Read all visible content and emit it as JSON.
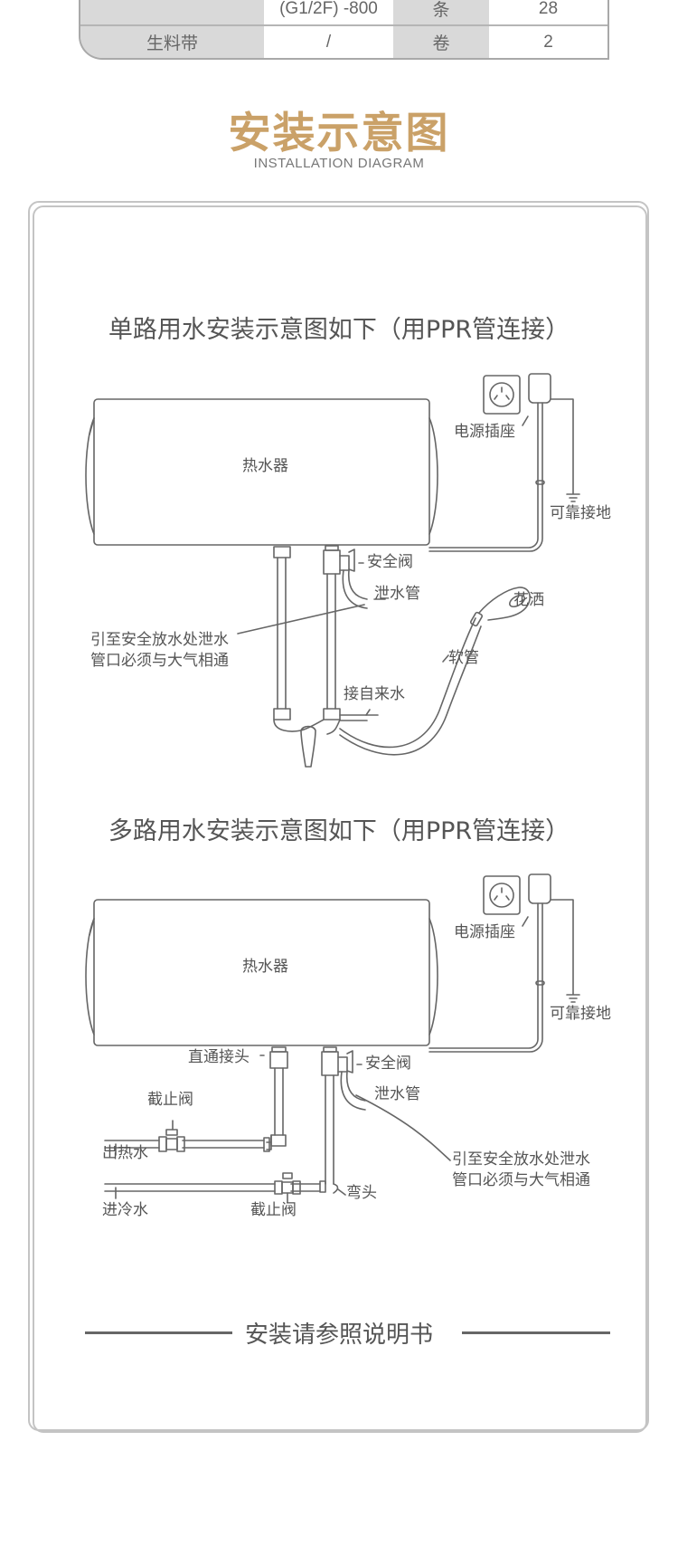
{
  "spec_table": {
    "rows": [
      {
        "name": "",
        "spec": "(G1/2F) -800",
        "unit": "条",
        "qty": "28"
      },
      {
        "name": "生料带",
        "spec": "/",
        "unit": "卷",
        "qty": "2"
      }
    ]
  },
  "section": {
    "title_cn": "安装示意图",
    "title_en": "INSTALLATION  DIAGRAM"
  },
  "single_diagram": {
    "heading": "单路用水安装示意图如下（用PPR管连接）",
    "heater_label": "热水器",
    "labels": {
      "socket": "电源插座",
      "ground": "可靠接地",
      "safety_valve": "安全阀",
      "drain_pipe": "泄水管",
      "shower_head": "花洒",
      "hose": "软管",
      "tap_water": "接自来水",
      "drain_note_line1": "引至安全放水处泄水",
      "drain_note_line2": "管口必须与大气相通"
    }
  },
  "multi_diagram": {
    "heading": "多路用水安装示意图如下（用PPR管连接）",
    "heater_label": "热水器",
    "labels": {
      "socket": "电源插座",
      "ground": "可靠接地",
      "safety_valve": "安全阀",
      "drain_pipe": "泄水管",
      "straight_joint": "直通接头",
      "stop_valve_top": "截止阀",
      "hot_water_out": "出热水",
      "cold_water_in": "进冷水",
      "stop_valve_bottom": "截止阀",
      "elbow": "弯头",
      "drain_note_line1": "引至安全放水处泄水",
      "drain_note_line2": "管口必须与大气相通"
    }
  },
  "footer": {
    "note": "安装请参照说明书"
  },
  "colors": {
    "accent_gold": "#caa168",
    "line_gray": "#666666",
    "frame_gray": "#c4c4c4",
    "table_gray": "#d9d9d9"
  }
}
